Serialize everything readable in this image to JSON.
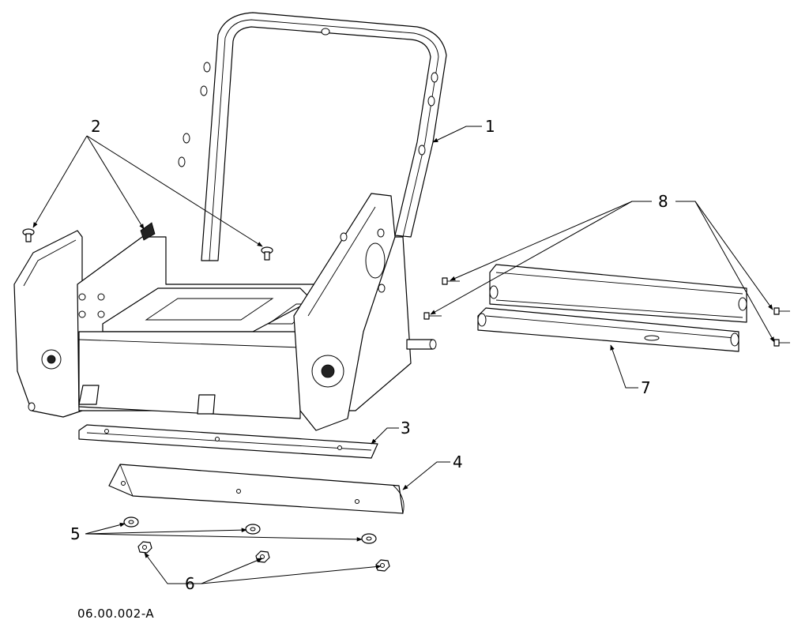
{
  "diagram": {
    "type": "exploded-parts-view",
    "drawing_code": "06.00.002-A",
    "callouts": [
      "1",
      "2",
      "3",
      "4",
      "5",
      "6",
      "7",
      "8"
    ]
  }
}
